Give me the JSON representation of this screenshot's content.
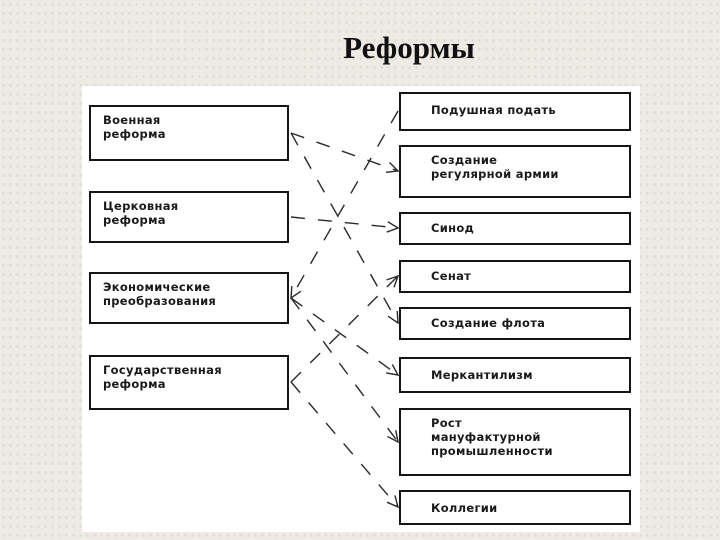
{
  "title": "Реформы",
  "reforms": [
    {
      "label": "Военная\nреформа"
    },
    {
      "label": "Церковная\nреформа"
    },
    {
      "label": "Экономические\nпреобразования"
    },
    {
      "label": "Государственная\nреформа"
    }
  ],
  "results": [
    {
      "label": "Подушная подать"
    },
    {
      "label": "Создание\nрегулярной армии"
    },
    {
      "label": "Синод"
    },
    {
      "label": "Сенат"
    },
    {
      "label": "Создание флота"
    },
    {
      "label": "Меркантилизм"
    },
    {
      "label": "Рост\nмануфактурной\nпромышленности"
    },
    {
      "label": "Коллегии"
    }
  ],
  "links": [
    {
      "from": 0,
      "to": 1
    },
    {
      "from": 0,
      "to": 4
    },
    {
      "from": 1,
      "to": 2
    },
    {
      "from": 2,
      "to": 0
    },
    {
      "from": 2,
      "to": 5
    },
    {
      "from": 2,
      "to": 6
    },
    {
      "from": 3,
      "to": 3
    },
    {
      "from": 3,
      "to": 7
    }
  ]
}
